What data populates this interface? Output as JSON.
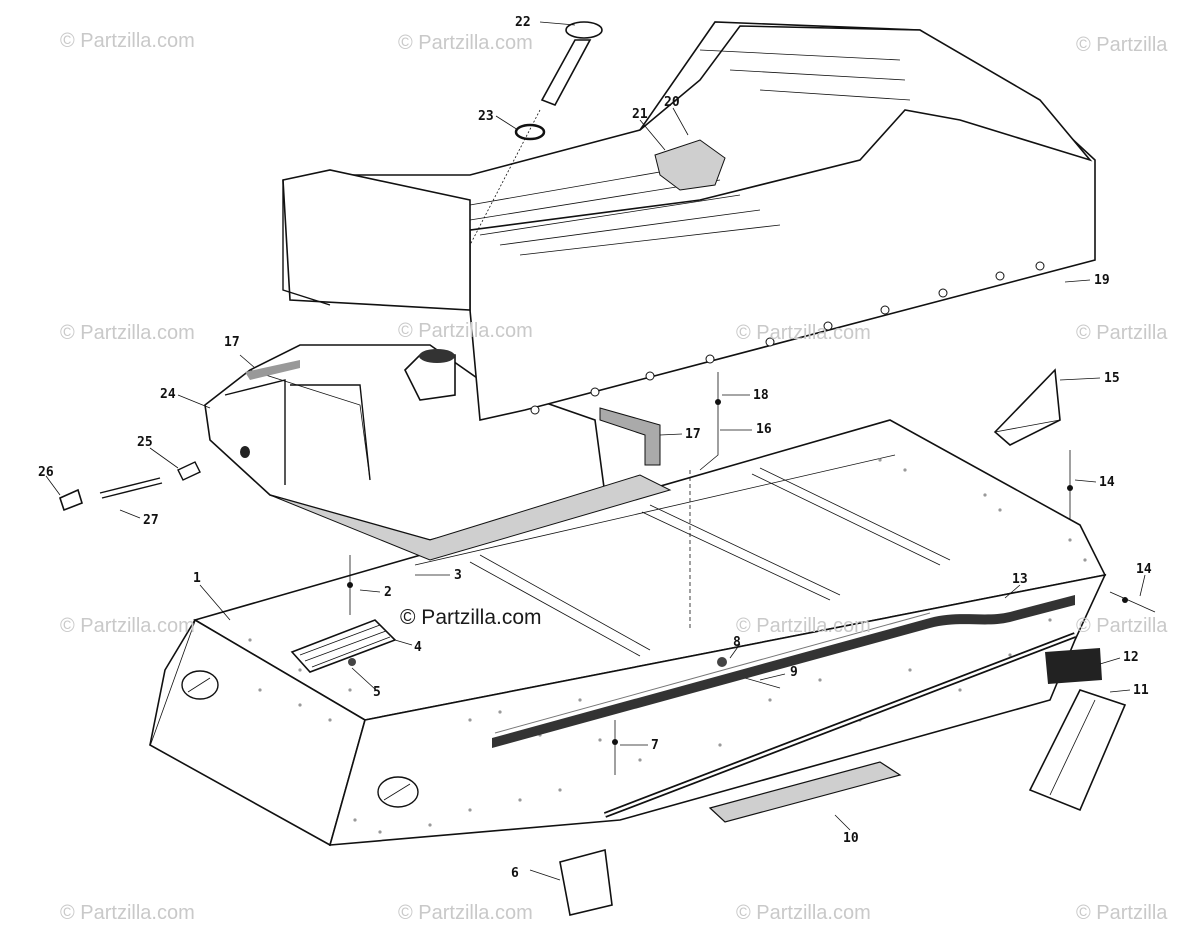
{
  "watermarks": [
    "© Partzilla.com",
    "© Partzilla.com",
    "© Partzilla",
    "© Partzilla.com",
    "© Partzilla.com",
    "© Partzilla.com",
    "© Partzilla",
    "© Partzilla.com",
    "© Partzilla.com",
    "© Partzilla",
    "© Partzilla.com",
    "© Partzilla.com",
    "© Partzilla.com",
    "© Partzilla"
  ],
  "center_mark": "© Partzilla.com",
  "callouts": [
    "1",
    "2",
    "3",
    "4",
    "5",
    "6",
    "7",
    "8",
    "9",
    "10",
    "11",
    "12",
    "13",
    "14",
    "14",
    "15",
    "16",
    "17",
    "17",
    "18",
    "19",
    "20",
    "21",
    "22",
    "23",
    "24",
    "25",
    "26",
    "27"
  ]
}
